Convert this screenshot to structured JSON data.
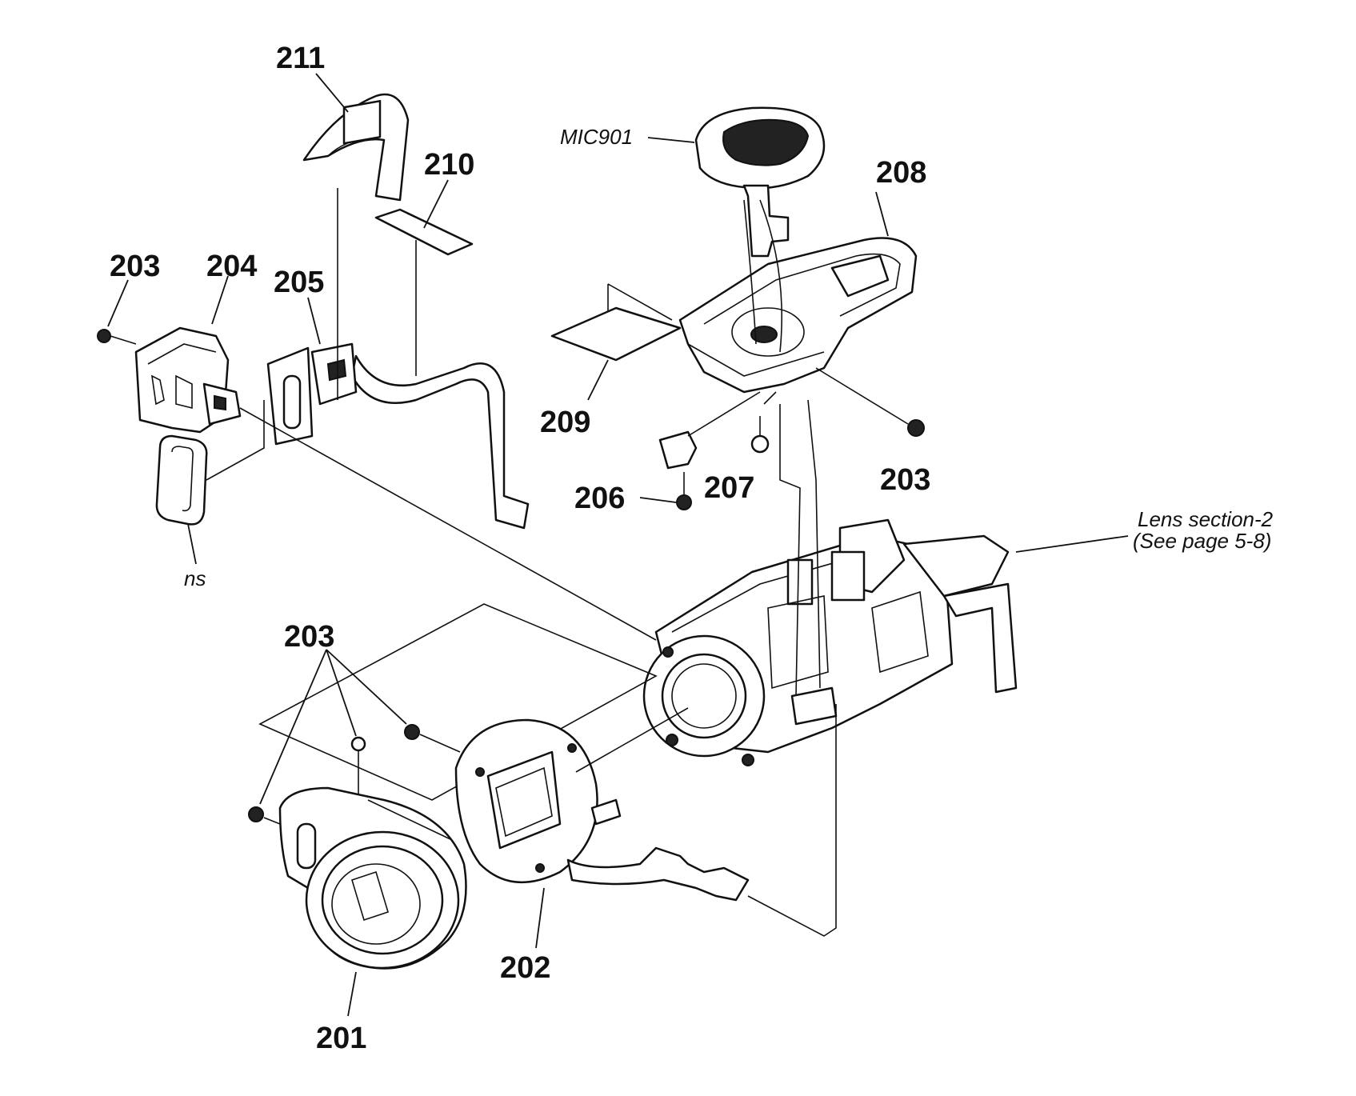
{
  "labels": {
    "p211": "211",
    "p210": "210",
    "p203_left": "203",
    "p204": "204",
    "p205": "205",
    "ns": "ns",
    "mic901": "MIC901",
    "p208": "208",
    "p209": "209",
    "p206": "206",
    "p207": "207",
    "p203_right": "203",
    "lens_line1": "Lens section-2",
    "lens_line2": "(See page 5-8)",
    "p203_front": "203",
    "p202": "202",
    "p201": "201"
  },
  "colors": {
    "ink": "#111111",
    "paper": "#ffffff"
  }
}
